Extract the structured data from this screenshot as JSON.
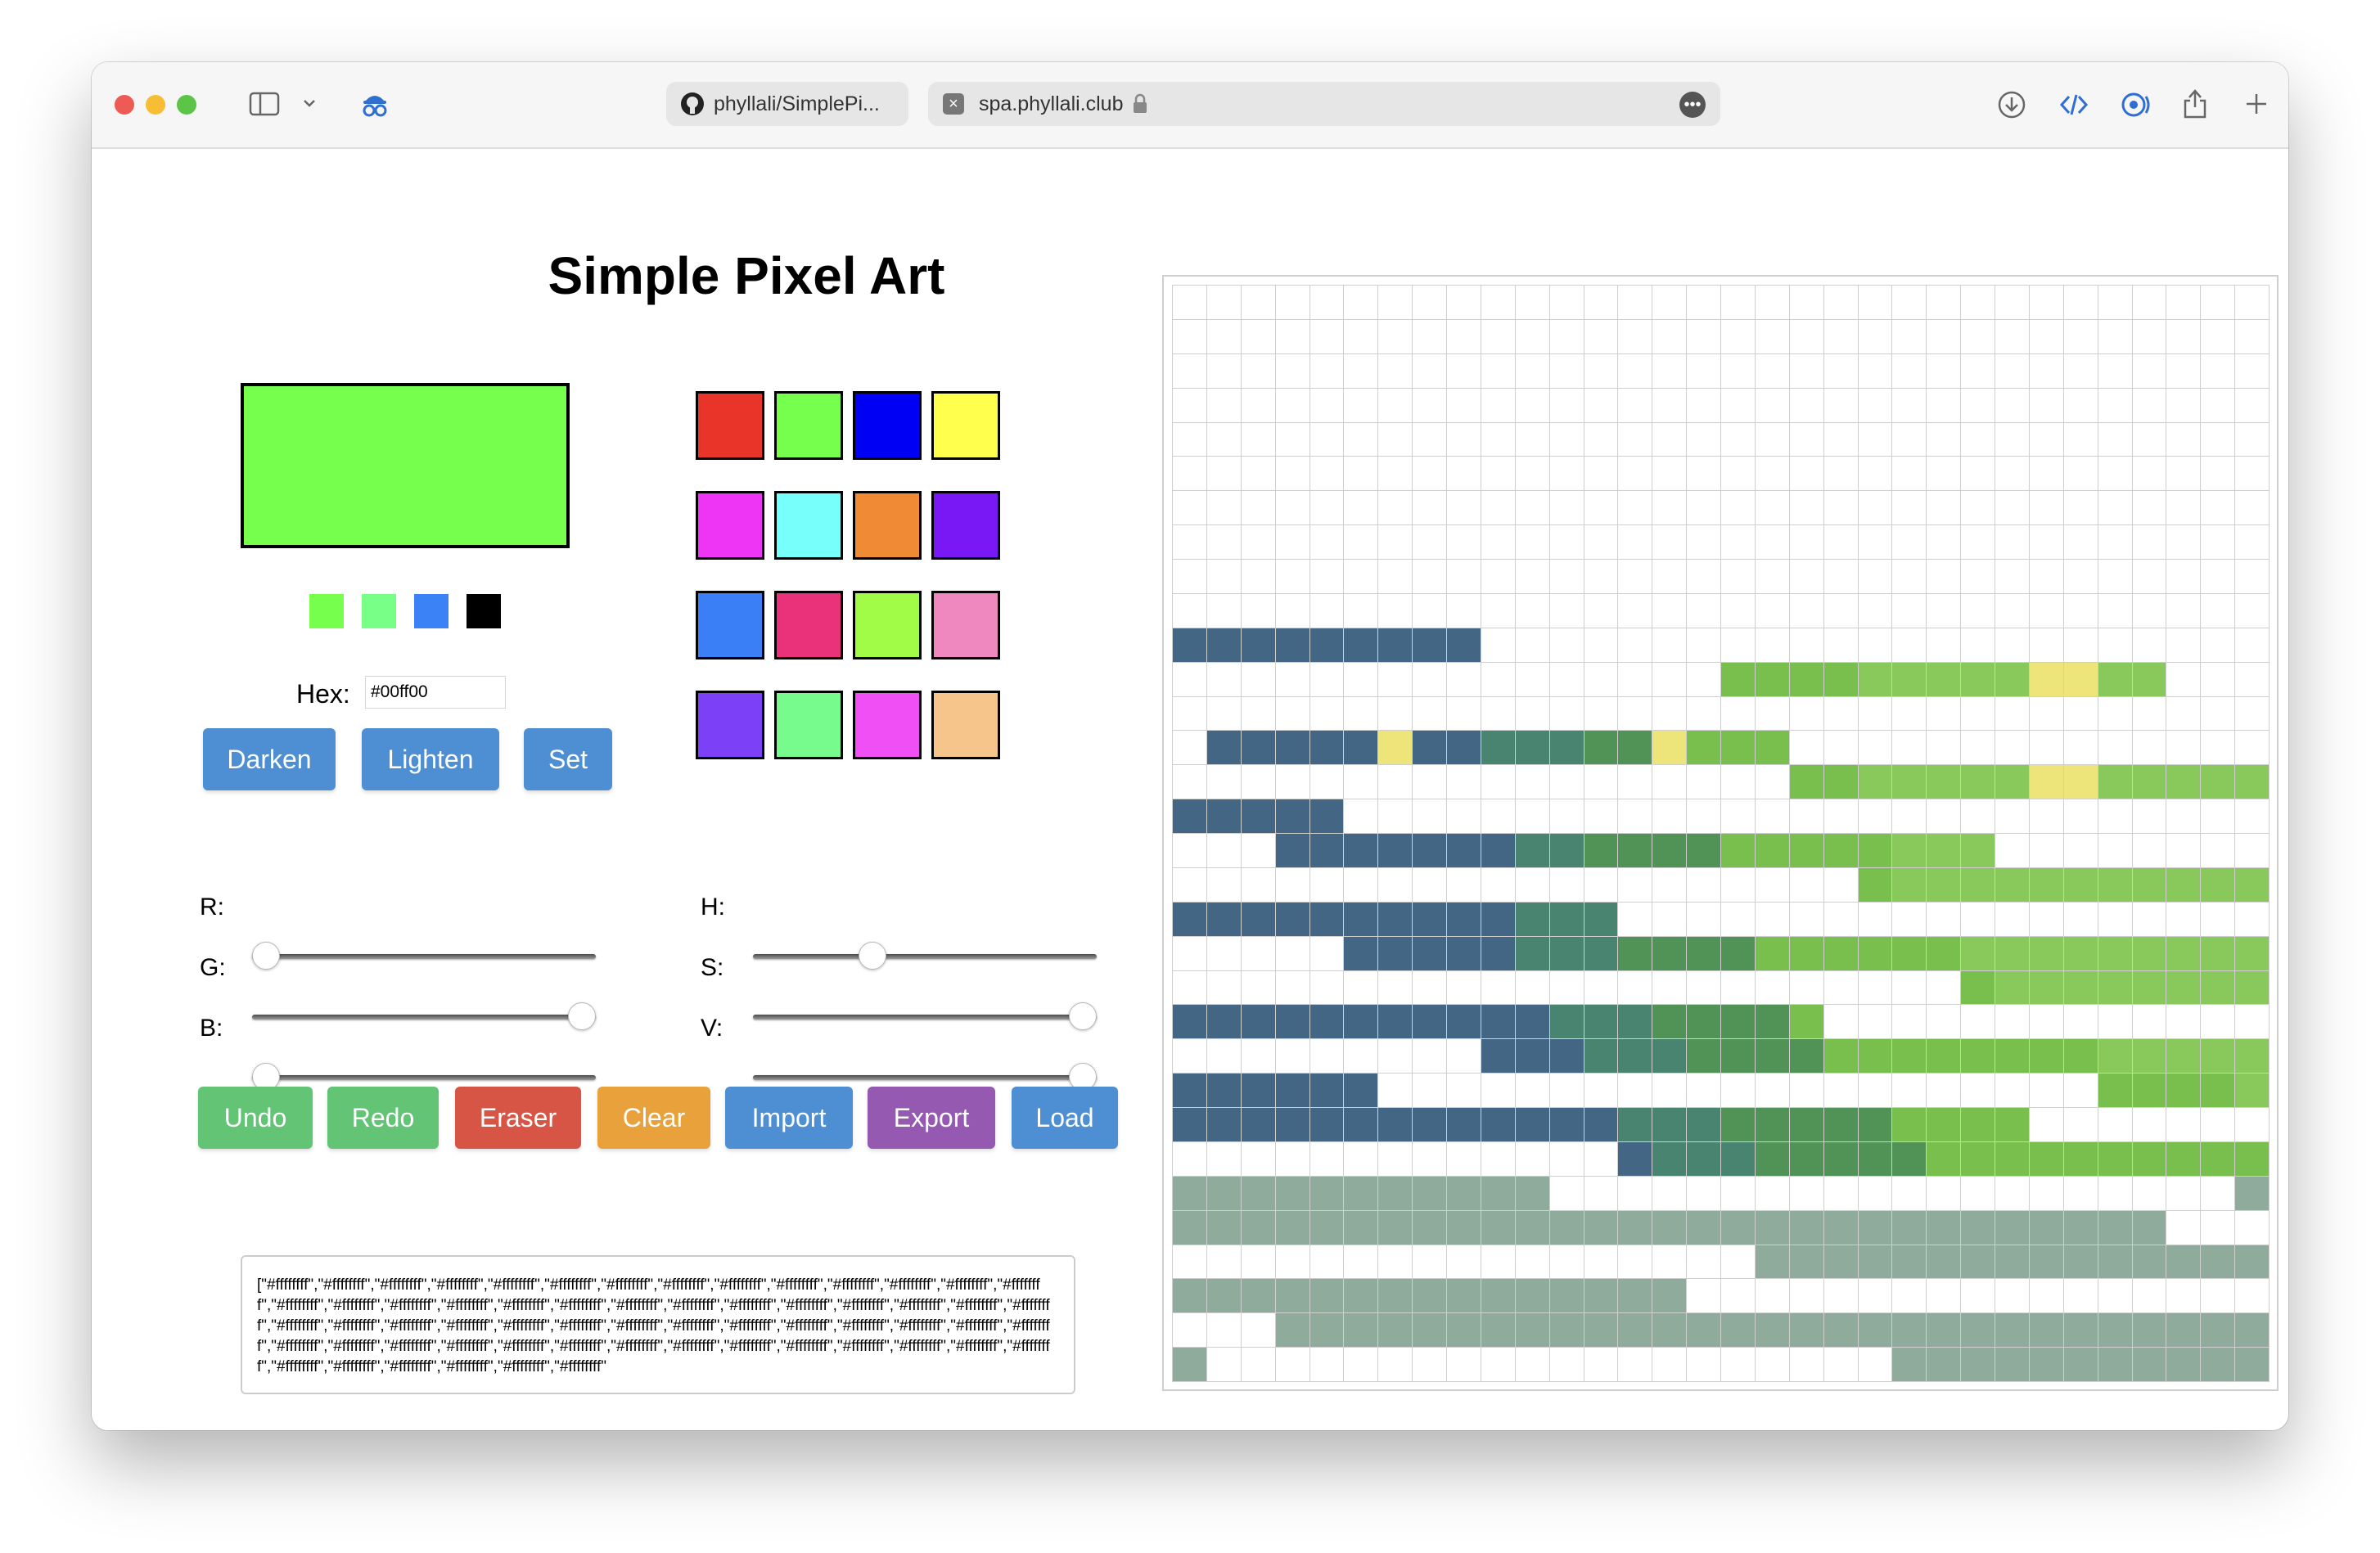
{
  "browser": {
    "tabs": [
      {
        "label": "phyllali/SimplePi...",
        "icon": "github-icon"
      },
      {
        "label": "spa.phyllali.club",
        "icon": "close-tab-icon"
      }
    ]
  },
  "app": {
    "title": "Simple Pixel Art",
    "current_color": "#77ff4d",
    "recent_colors": [
      "#77ff4d",
      "#77ff88",
      "#3b82f6",
      "#000000"
    ],
    "palette": [
      "#e9342a",
      "#77ff4d",
      "#0000f5",
      "#ffff4d",
      "#ee34f5",
      "#77fffc",
      "#f08a34",
      "#7a18f5",
      "#3b7ff6",
      "#ea327a",
      "#a0fc47",
      "#f088c0",
      "#7c40f7",
      "#77fb8c",
      "#ef4ff5",
      "#f5c58c"
    ],
    "hex": {
      "label": "Hex:",
      "value": "#00ff00"
    },
    "buttons": {
      "darken": "Darken",
      "lighten": "Lighten",
      "set": "Set",
      "undo": "Undo",
      "redo": "Redo",
      "eraser": "Eraser",
      "clear": "Clear",
      "import": "Import",
      "export": "Export",
      "load": "Load"
    },
    "button_colors": {
      "blue": "#4e8fd4",
      "green": "#62c474",
      "red": "#d65545",
      "orange": "#e9a23b",
      "purple": "#9559b2"
    },
    "sliders": {
      "r": {
        "label": "R:",
        "value": 0,
        "max": 255
      },
      "g": {
        "label": "G:",
        "value": 255,
        "max": 255
      },
      "b": {
        "label": "B:",
        "value": 0,
        "max": 255
      },
      "h": {
        "label": "H:",
        "value": 120,
        "max": 360
      },
      "s": {
        "label": "S:",
        "value": 100,
        "max": 100
      },
      "v": {
        "label": "V:",
        "value": 100,
        "max": 100
      }
    },
    "json_output": "[\"#ffffffff\",\"#ffffffff\",\"#ffffffff\",\"#ffffffff\",\"#ffffffff\",\"#ffffffff\",\"#ffffffff\",\"#ffffffff\",\"#ffffffff\",\"#ffffffff\",\"#ffffffff\",\"#ffffffff\",\"#ffffffff\",\"#ffffffff\",\"#ffffffff\",\"#ffffffff\",\"#ffffffff\",\"#ffffffff\",\"#ffffffff\",\"#ffffffff\",\"#ffffffff\",\"#ffffffff\",\"#ffffffff\",\"#ffffffff\",\"#ffffffff\",\"#ffffffff\",\"#ffffffff\",\"#ffffffff\",\"#ffffffff\",\"#ffffffff\",\"#ffffffff\",\"#ffffffff\",\"#ffffffff\",\"#ffffffff\",\"#ffffffff\",\"#ffffffff\",\"#ffffffff\",\"#ffffffff\",\"#ffffffff\",\"#ffffffff\",\"#ffffffff\",\"#ffffffff\",\"#ffffffff\",\"#ffffffff\",\"#ffffffff\",\"#ffffffff\",\"#ffffffff\",\"#ffffffff\",\"#ffffffff\",\"#ffffffff\",\"#ffffffff\",\"#ffffffff\",\"#ffffffff\",\"#ffffffff\",\"#ffffffff\",\"#ffffffff\",\"#ffffffff\",\"#ffffffff\",\"#ffffffff\",\"#ffffffff\",\"#ffffffff\",\"#ffffffff\""
  },
  "canvas": {
    "cols": 32,
    "rows": 32,
    "background": "#ffffff",
    "pixels": "................................................................................................................................................................................................................................................................................................................................BAAAAAAAA.......................................AAAAAAAAAAAAA....................................AAAAAAAAAAAAAAAAA................................AAAAAAAAAAAAAAAAAAA..............................AAAAAAAAAAAAAAAAAAAAA............................AAAAAAAAAAAAAAAAAAAAAAAAA........................AAAAAAAAAAAAAAAAAAAAAAAAAAA.......................AAAAAAAAAAAAAAAAAAAAAAAAAAAA......................AAAAAAAAAAAAAAAAAAAAAAAAAAAAA.....................AAAAAAAAAAAAAAAAAAAAAAAAAAAAAA....................AAAAAAAAAAAAAAAAAAAAAAAAAAAAAA....................AAAAAAAAAAAAAAAAAAAAAAAAAAAAAA....................AAAAAAAAAAAAAAAAAAAAAAAAAAAAAA....................AAAAAAAAAAAAAAAAAAAAAAAAAAAAAA....................AAAAAAAAAAAAAAAAAAAAAAAAAAAAAA....................AAAAAAAAAAAAAAAAAAAAAAAAAAAAAA....................AAAAAAAAAAAAAAAAAAAAAAAAAAAAAA.....................AAAAAAAAAAAAAAAAAAAAAAAAAAAA.......................AAAAAAAAAAAAAAAAAAAAAAAAAAA........................AAAAAAAAAAAAAAAAAAAAAAAAAA.........................AAAAAAAAAAAAAAAAAAAAAAAA..........................AAAAAAAAAAAAAAAAAAAAAAA...........................AAAAAAAAAAAAAAAAAAAAA..................................AAAAAAAAA.......................................................................................................................................................................................................",
    "pixel_colors": {
      "deep_blue": "#3f5a86",
      "teal": "#4f8a7e",
      "forest": "#3f7a5a",
      "grass": "#6cb54f",
      "lime": "#86c94c",
      "light_green": "#8bc86a",
      "yellow": "#ede57a",
      "lavender": "#a996d6",
      "grey_green": "#a9b9a8"
    }
  }
}
